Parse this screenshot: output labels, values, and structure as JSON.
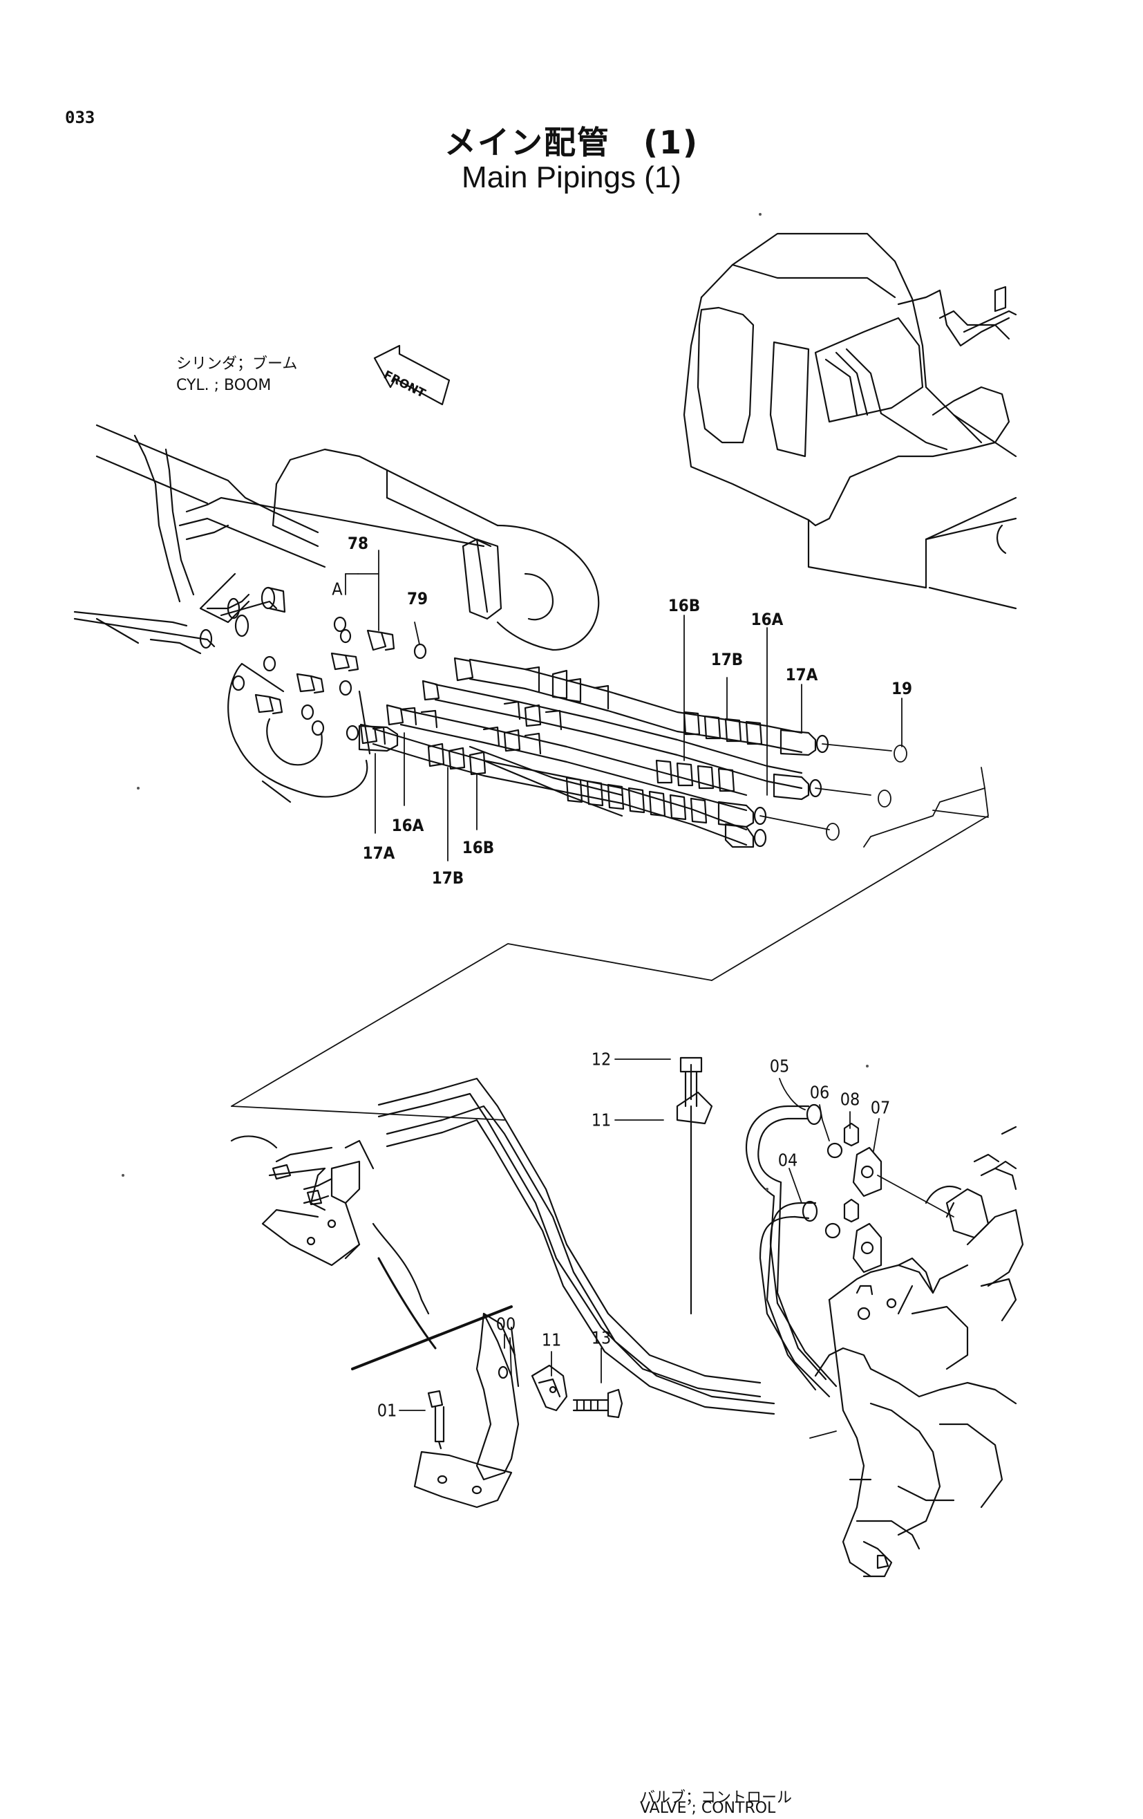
{
  "page": {
    "number": "033"
  },
  "title": {
    "ja": "メイン配管　(1)",
    "en": "Main Pipings (1)"
  },
  "labels": {
    "cyl_ja": "シリンダ；ブーム",
    "cyl_en": "CYL. ; BOOM",
    "front": "FRONT",
    "valve_ja": "バルブ；コントロール",
    "valve_en": "VALVE ; CONTROL"
  },
  "callouts": {
    "p78": "78",
    "pA": "A",
    "p79": "79",
    "p16B_top": "16B",
    "p16A_top": "16A",
    "p17B_top": "17B",
    "p17A_top": "17A",
    "p19": "19",
    "p17A_bot": "17A",
    "p16A_bot": "16A",
    "p17B_bot": "17B",
    "p16B_bot": "16B",
    "p12": "12",
    "p11_top": "11",
    "p05": "05",
    "p06": "06",
    "p08": "08",
    "p07": "07",
    "p04": "04",
    "p00": "00",
    "p11_bot": "11",
    "p13": "13",
    "p01": "01"
  }
}
